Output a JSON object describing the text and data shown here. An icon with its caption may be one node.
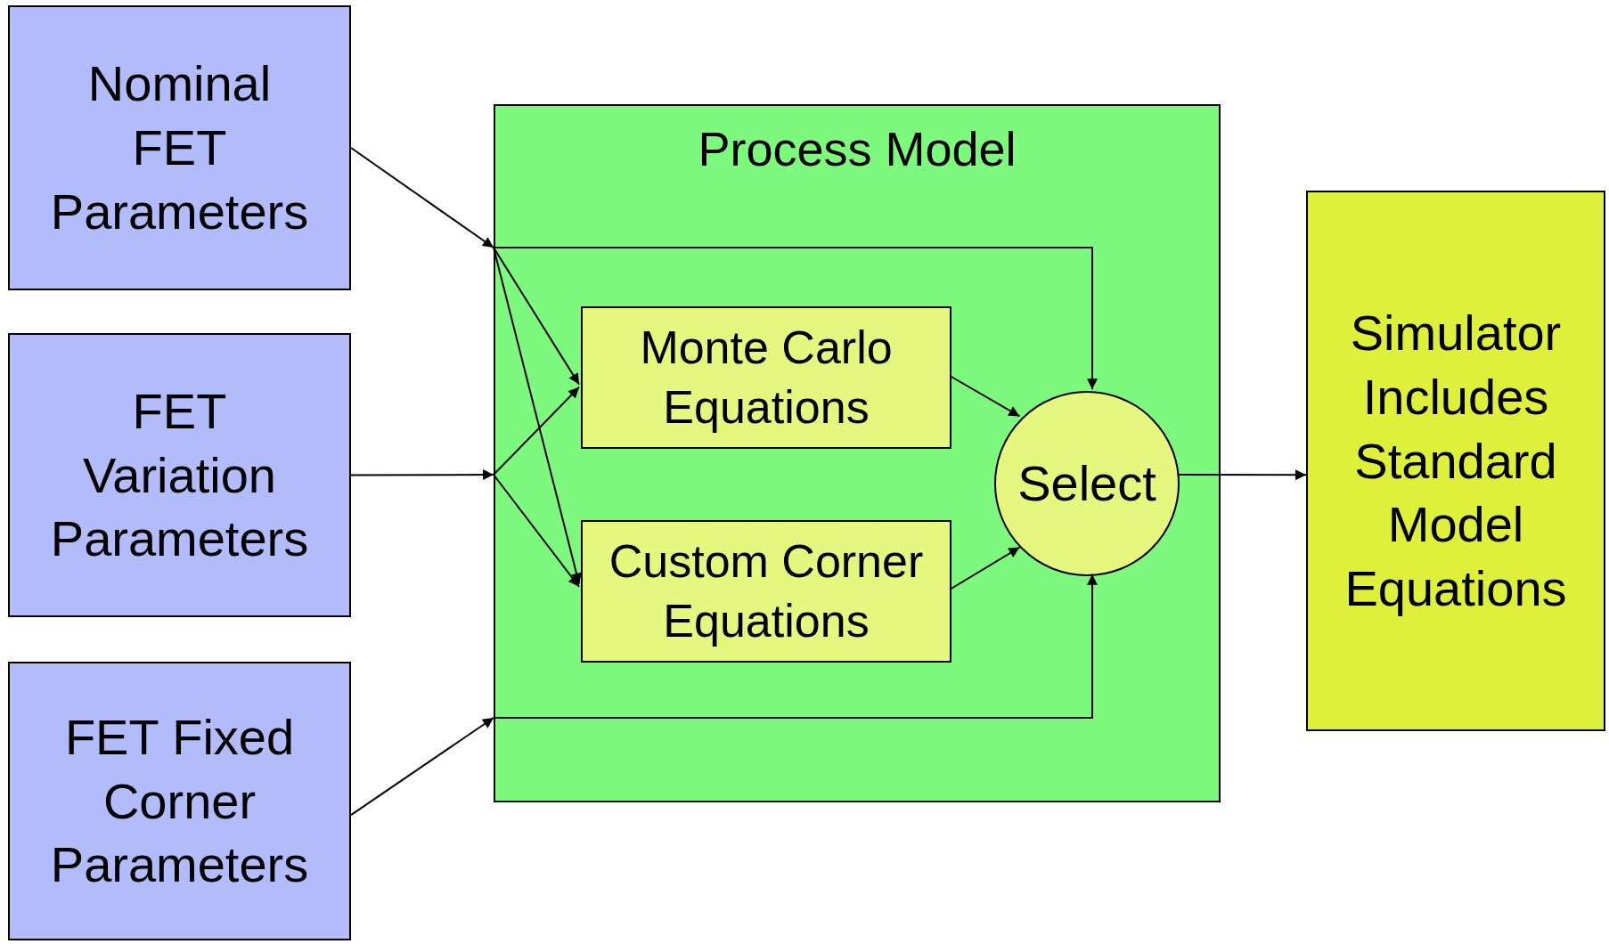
{
  "diagram": {
    "nodes": [
      {
        "text": [
          "Nominal FET Parameters"
        ]
      },
      {
        "text": [
          "FET Variation Parameters"
        ]
      },
      {
        "text": [
          "FET Fixed Corner Parameters"
        ]
      },
      {
        "text": [
          "Process Model"
        ]
      },
      {
        "text": [
          "Monte Carlo Equations"
        ],
        "in": 3
      },
      {
        "text": [
          "Custom Corner Equations"
        ],
        "in": 3
      },
      {
        "text": [
          "Select"
        ],
        "in": 3
      },
      {
        "text": [
          "Simulator Includes Standard Model Equations"
        ]
      }
    ],
    "edges": [
      {
        "from": 0,
        "to": 4,
        "arrow": "to"
      },
      {
        "from": 0,
        "to": 5,
        "arrow": "to"
      },
      {
        "from": 0,
        "to": 6,
        "arrow": "to"
      },
      {
        "from": 1,
        "to": 4,
        "arrow": "to"
      },
      {
        "from": 1,
        "to": 5,
        "arrow": "to"
      },
      {
        "from": 2,
        "to": 6,
        "arrow": "to"
      },
      {
        "from": 4,
        "to": 6,
        "arrow": "to"
      },
      {
        "from": 5,
        "to": 6,
        "arrow": "to"
      },
      {
        "from": 6,
        "to": 7,
        "arrow": "to"
      }
    ]
  }
}
